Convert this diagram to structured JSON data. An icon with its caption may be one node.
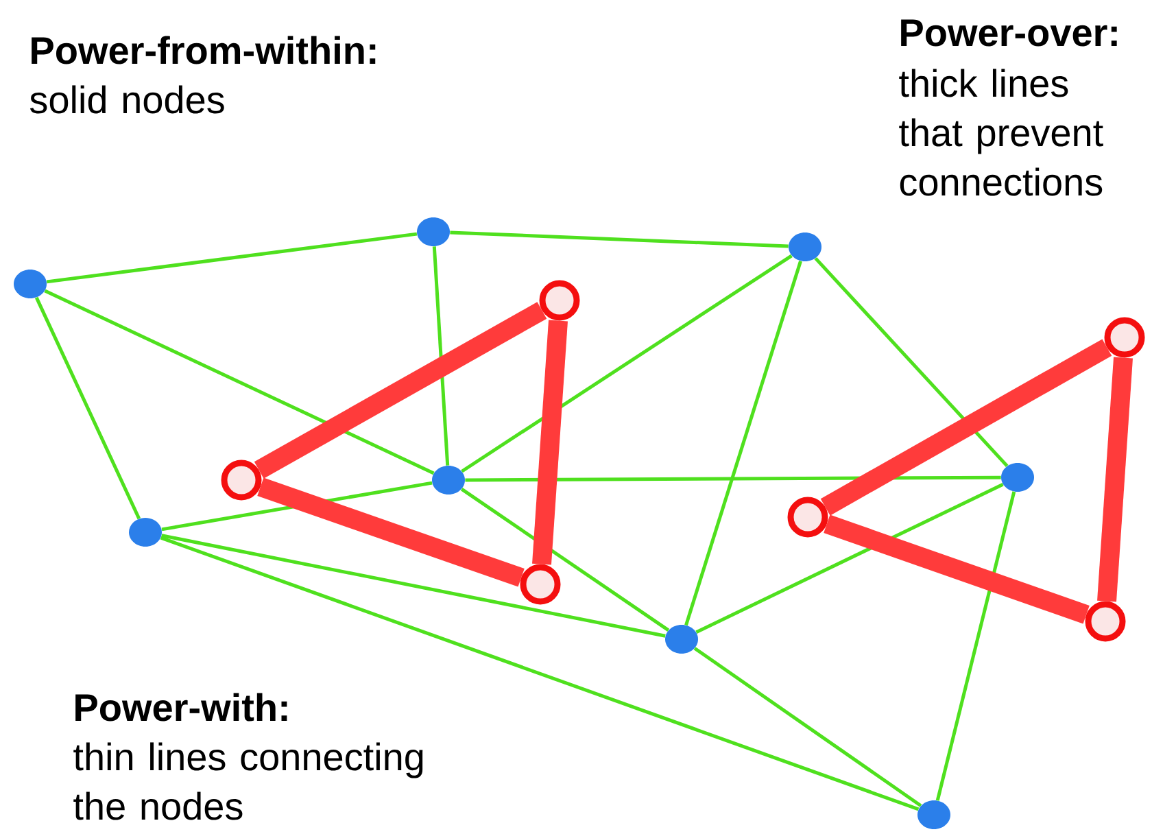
{
  "diagram": {
    "nodes": [
      {
        "text": [],
        "shape": "dot"
      },
      {
        "text": [],
        "shape": "dot"
      },
      {
        "text": [],
        "shape": "dot"
      },
      {
        "text": [],
        "shape": "dot"
      },
      {
        "text": [],
        "shape": "dot"
      },
      {
        "text": [],
        "shape": "dot"
      },
      {
        "text": [],
        "shape": "dot"
      },
      {
        "text": [],
        "shape": "dot"
      },
      {
        "text": [],
        "shape": "ring"
      },
      {
        "text": [],
        "shape": "ring"
      },
      {
        "text": [],
        "shape": "ring"
      },
      {
        "text": [],
        "shape": "ring"
      },
      {
        "text": [],
        "shape": "ring"
      },
      {
        "text": [],
        "shape": "ring"
      }
    ],
    "edges": [
      {
        "from": 0,
        "to": 2,
        "arrow": "none"
      },
      {
        "from": 2,
        "to": 5,
        "arrow": "none"
      },
      {
        "from": 0,
        "to": 1,
        "arrow": "none"
      },
      {
        "from": 0,
        "to": 3,
        "arrow": "none"
      },
      {
        "from": 2,
        "to": 3,
        "arrow": "none"
      },
      {
        "from": 5,
        "to": 3,
        "arrow": "none"
      },
      {
        "from": 5,
        "to": 7,
        "arrow": "none"
      },
      {
        "from": 5,
        "to": 4,
        "arrow": "none"
      },
      {
        "from": 3,
        "to": 7,
        "arrow": "none"
      },
      {
        "from": 1,
        "to": 3,
        "arrow": "none"
      },
      {
        "from": 3,
        "to": 4,
        "arrow": "none"
      },
      {
        "from": 1,
        "to": 4,
        "arrow": "none"
      },
      {
        "from": 1,
        "to": 6,
        "arrow": "none"
      },
      {
        "from": 4,
        "to": 6,
        "arrow": "none"
      },
      {
        "from": 7,
        "to": 4,
        "arrow": "none"
      },
      {
        "from": 7,
        "to": 6,
        "arrow": "none"
      },
      {
        "from": 10,
        "to": 8,
        "arrow": "none",
        "style": "thick",
        "color": "#ff3b3b"
      },
      {
        "from": 10,
        "to": 9,
        "arrow": "none",
        "style": "thick",
        "color": "#ff3b3b"
      },
      {
        "from": 8,
        "to": 9,
        "arrow": "none",
        "style": "thick",
        "color": "#ff3b3b"
      },
      {
        "from": 13,
        "to": 11,
        "arrow": "none",
        "style": "thick",
        "color": "#ff3b3b"
      },
      {
        "from": 13,
        "to": 12,
        "arrow": "none",
        "style": "thick",
        "color": "#ff3b3b"
      },
      {
        "from": 11,
        "to": 12,
        "arrow": "none",
        "style": "thick",
        "color": "#ff3b3b"
      }
    ],
    "labels": [
      "Power-from-within:",
      "solid nodes",
      "Power-over:",
      "thick lines that prevent connections",
      "Power-with:",
      "thin lines connecting the nodes"
    ]
  }
}
